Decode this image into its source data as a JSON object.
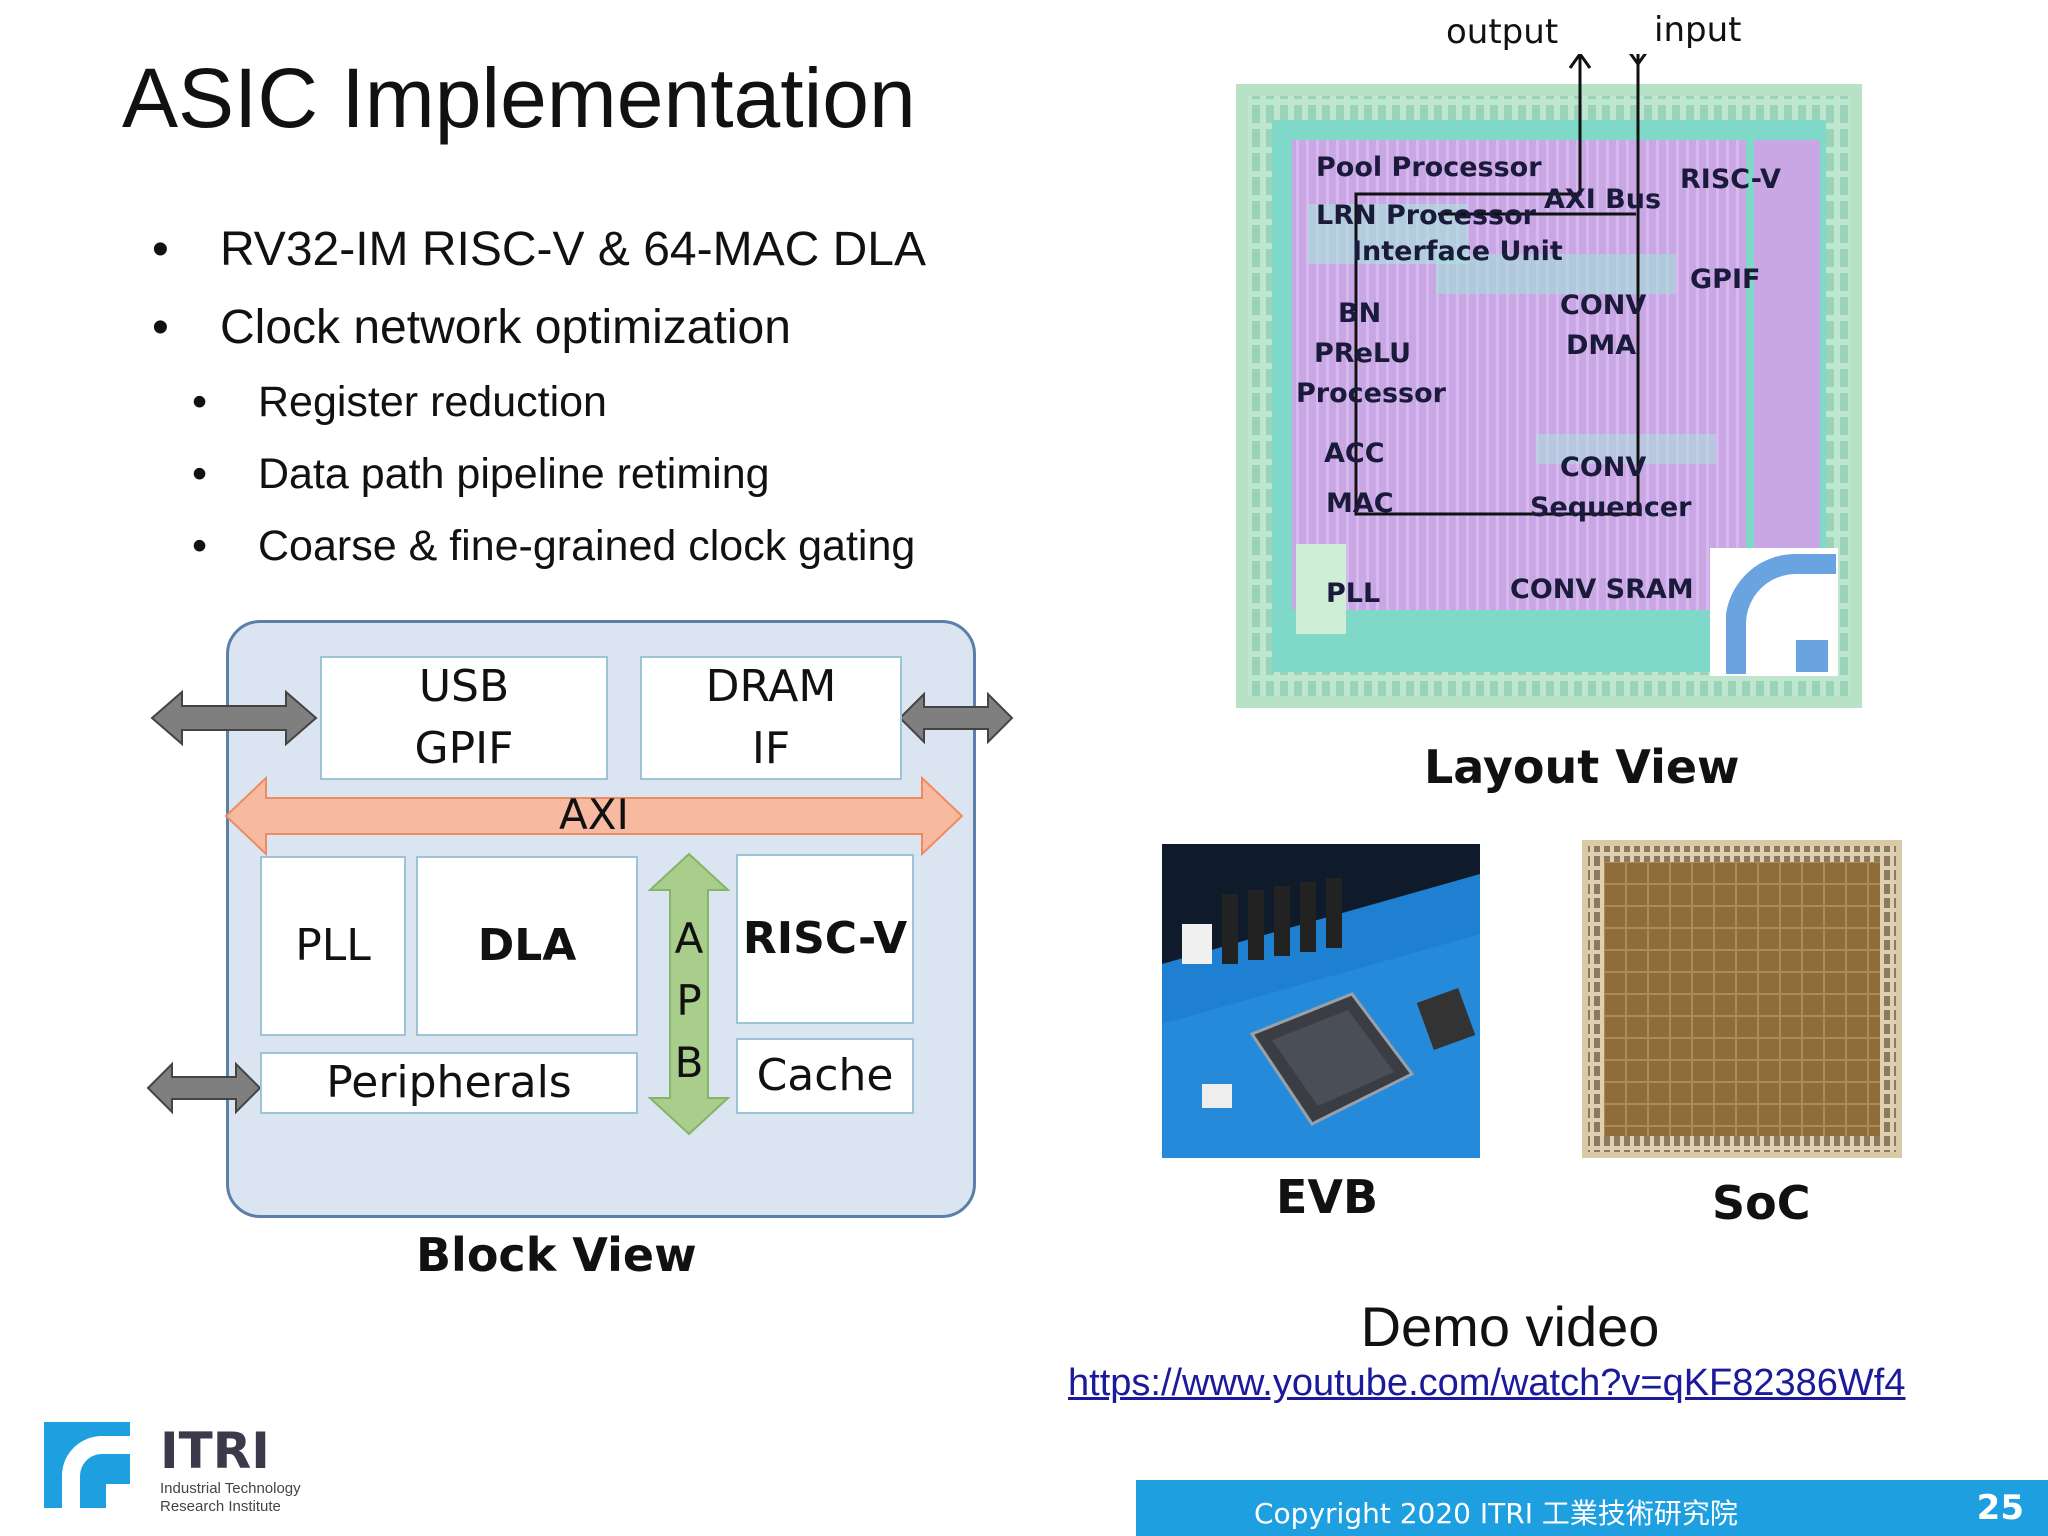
{
  "slide": {
    "title": "ASIC Implementation",
    "page_number": "25",
    "copyright": "Copyright 2020  ITRI  工業技術研究院"
  },
  "bullets": [
    {
      "text": "RV32-IM RISC-V  &  64-MAC DLA",
      "level": 1
    },
    {
      "text": "Clock network optimization",
      "level": 1
    },
    {
      "text": "Register reduction",
      "level": 2
    },
    {
      "text": "Data path pipeline retiming",
      "level": 2
    },
    {
      "text": "Coarse & fine-grained clock gating",
      "level": 2
    }
  ],
  "bullet_glyph": "•",
  "block_view": {
    "caption": "Block View",
    "usb": [
      "USB",
      "GPIF"
    ],
    "dram": [
      "DRAM",
      "IF"
    ],
    "axi": "AXI",
    "apb": [
      "A",
      "P",
      "B"
    ],
    "pll": "PLL",
    "dla": "DLA",
    "riscv": "RISC-V",
    "peripherals": "Peripherals",
    "cache": "Cache"
  },
  "layout_view": {
    "caption": "Layout View",
    "output": "output",
    "input": "input",
    "labels": {
      "pool": "Pool Processor",
      "lrn": "LRN Processor",
      "iface": "Interface Unit",
      "axibus": "AXI Bus",
      "riscv": "RISC-V",
      "gpif": "GPIF",
      "bn": "BN",
      "prelu": "PReLU",
      "processor": "Processor",
      "convdma1": "CONV",
      "convdma2": "DMA",
      "acc": "ACC",
      "mac": "MAC",
      "convseq1": "CONV",
      "convseq2": "Sequencer",
      "pll": "PLL",
      "convsram": "CONV SRAM"
    }
  },
  "evb_caption": "EVB",
  "soc_caption": "SoC",
  "demo": {
    "title": "Demo video",
    "url": "https://www.youtube.com/watch?v=qKF82386Wf4"
  },
  "logo": {
    "name": "ITRI",
    "line1": "Industrial Technology",
    "line2": "Research Institute"
  },
  "colors": {
    "accent_blue": "#1e9fe0",
    "block_bg": "#dbe5f1",
    "axi_orange": "#f7b9a0",
    "apb_green": "#a9cd8a"
  }
}
